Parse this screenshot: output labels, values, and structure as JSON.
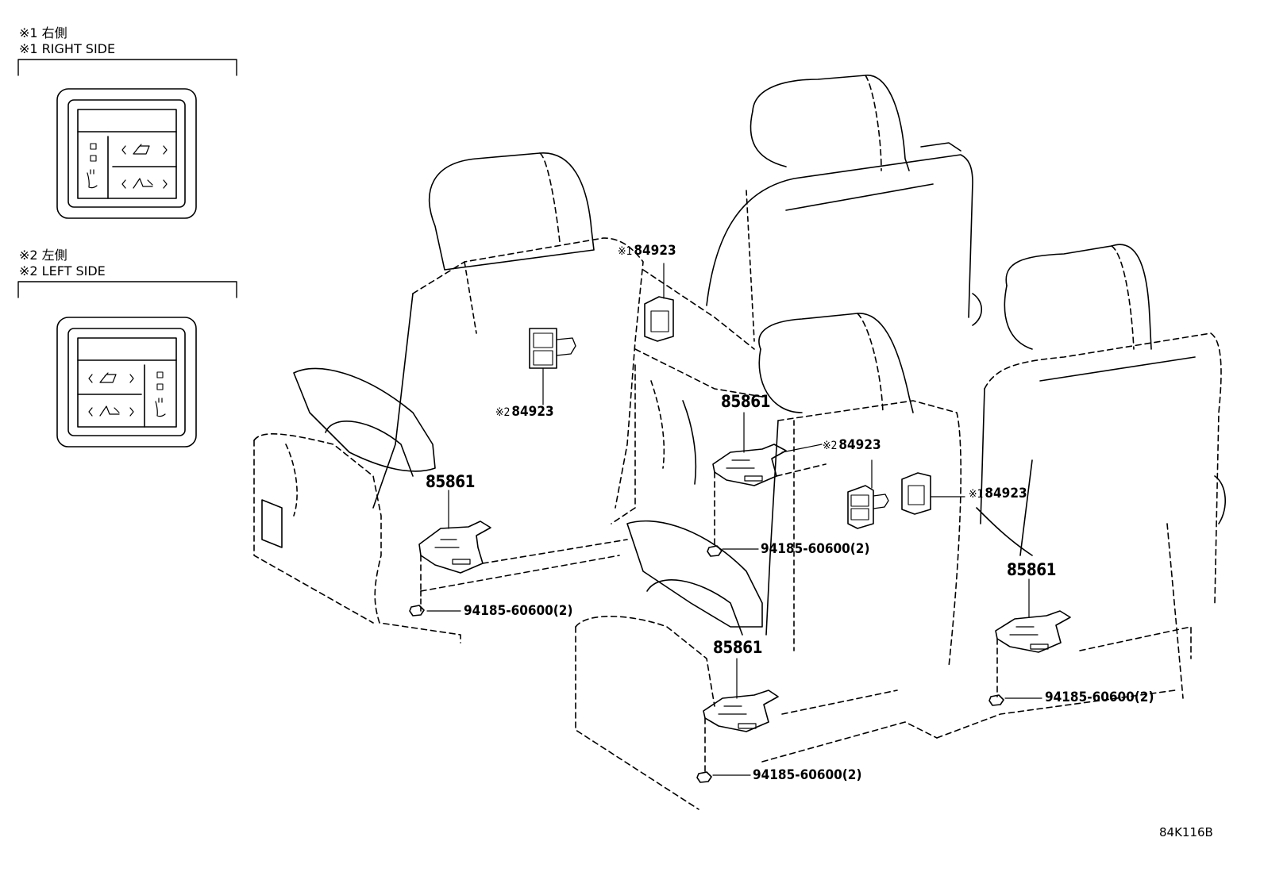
{
  "notes": {
    "right_jp": "※1 右側",
    "right_en": "※1 RIGHT SIDE",
    "left_jp": "※2 左側",
    "left_en": "※2 LEFT SIDE"
  },
  "marks": {
    "m1": "※1",
    "m2": "※2"
  },
  "parts": {
    "switch": "84923",
    "heater": "85861",
    "nut": "94185-60600(2)"
  },
  "diagram_code": "84K116B"
}
